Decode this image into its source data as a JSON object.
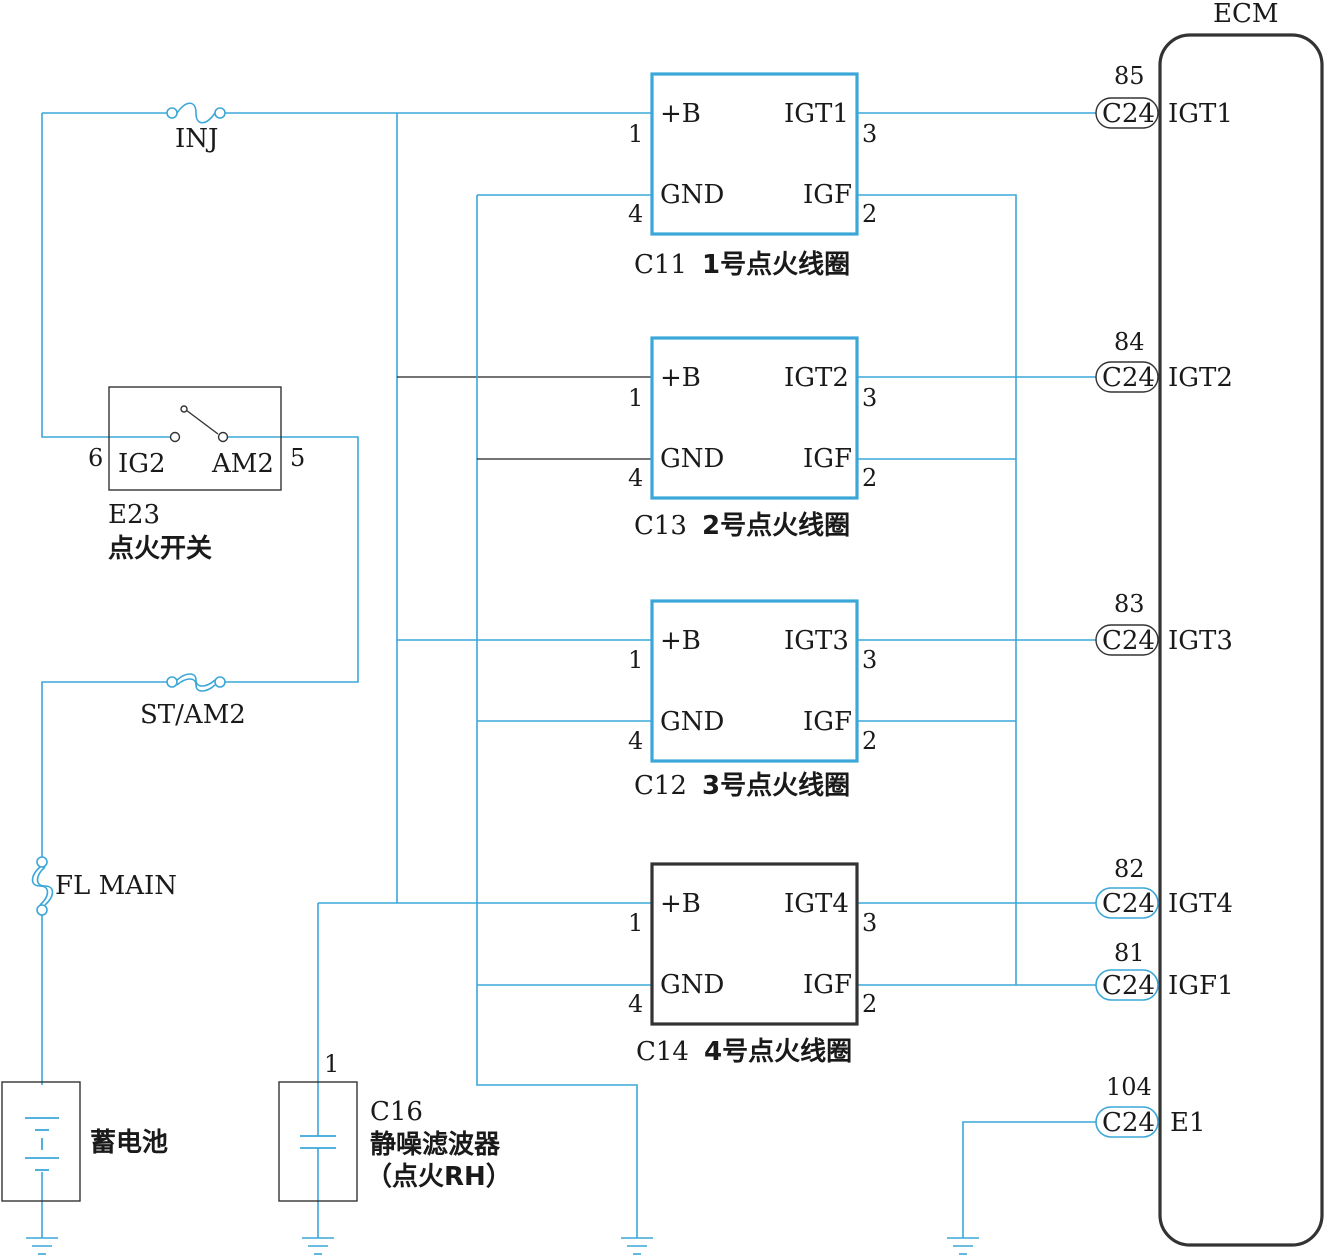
{
  "ecm": {
    "label": "ECM"
  },
  "fuses": {
    "inj": "INJ",
    "st_am2": "ST/AM2",
    "fl_main": "FL MAIN"
  },
  "ignition_switch": {
    "code": "E23",
    "name": "点火开关",
    "ig2": "IG2",
    "am2": "AM2",
    "pin_ig2": "6",
    "pin_am2": "5"
  },
  "battery": {
    "name": "蓄电池"
  },
  "noise_filter": {
    "code": "C16",
    "name": "静噪滤波器",
    "sub": "（点火RH）",
    "pin": "1"
  },
  "coils": [
    {
      "code": "C11",
      "name": "1号点火线圈",
      "b": "+B",
      "gnd": "GND",
      "igt": "IGT1",
      "igf": "IGF",
      "pin_b": "1",
      "pin_gnd": "4",
      "pin_igt": "3",
      "pin_igf": "2"
    },
    {
      "code": "C13",
      "name": "2号点火线圈",
      "b": "+B",
      "gnd": "GND",
      "igt": "IGT2",
      "igf": "IGF",
      "pin_b": "1",
      "pin_gnd": "4",
      "pin_igt": "3",
      "pin_igf": "2"
    },
    {
      "code": "C12",
      "name": "3号点火线圈",
      "b": "+B",
      "gnd": "GND",
      "igt": "IGT3",
      "igf": "IGF",
      "pin_b": "1",
      "pin_gnd": "4",
      "pin_igt": "3",
      "pin_igf": "2"
    },
    {
      "code": "C14",
      "name": "4号点火线圈",
      "b": "+B",
      "gnd": "GND",
      "igt": "IGT4",
      "igf": "IGF",
      "pin_b": "1",
      "pin_gnd": "4",
      "pin_igt": "3",
      "pin_igf": "2"
    }
  ],
  "ecm_pins": [
    {
      "num": "85",
      "conn": "C24",
      "signal": "IGT1"
    },
    {
      "num": "84",
      "conn": "C24",
      "signal": "IGT2"
    },
    {
      "num": "83",
      "conn": "C24",
      "signal": "IGT3"
    },
    {
      "num": "82",
      "conn": "C24",
      "signal": "IGT4"
    },
    {
      "num": "81",
      "conn": "C24",
      "signal": "IGF1"
    },
    {
      "num": "104",
      "conn": "C24",
      "signal": "E1"
    }
  ]
}
